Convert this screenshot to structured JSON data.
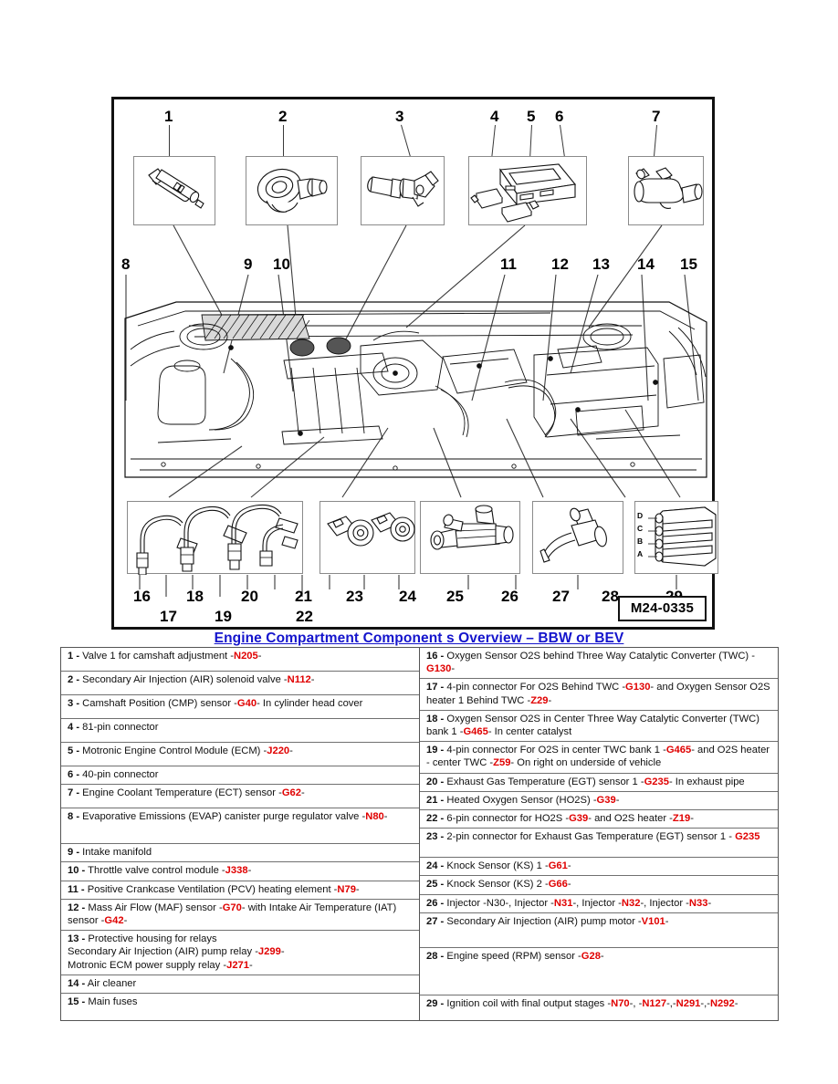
{
  "diagram": {
    "id_label": "M24-0335",
    "top_callouts": [
      "1",
      "2",
      "3",
      "4",
      "5",
      "6",
      "7"
    ],
    "middle_callouts": [
      "8",
      "9",
      "10",
      "11",
      "12",
      "13",
      "14",
      "15"
    ],
    "bottom_callouts_upper": [
      "16",
      "18",
      "20",
      "21",
      "23",
      "24",
      "25",
      "26",
      "27",
      "28",
      "29"
    ],
    "bottom_callouts_lower": [
      "17",
      "19",
      "22"
    ],
    "coil_pin_labels": [
      "D",
      "C",
      "B",
      "A"
    ],
    "part_box_captions": {
      "box1": "camshaft-adjustment-valve",
      "box2": "air-solenoid-valve",
      "box3": "cmp-sensor",
      "box4": "ecm-with-connectors",
      "box5": "coolant-temp-sensor-housing",
      "box6": "oxygen-sensors",
      "box7": "knock-sensors",
      "box8": "injector",
      "box9": "rpm-sensor",
      "box10": "ignition-coil"
    }
  },
  "title": "Engine Compartment Component s Overview – BBW or BEV",
  "table": {
    "left": [
      {
        "idx": "1 -",
        "parts": [
          {
            "t": "  Valve 1 for camshaft adjustment -",
            "c": false
          },
          {
            "t": "N205",
            "c": true
          },
          {
            "t": "-",
            "c": false
          }
        ]
      },
      {
        "idx": "2 -",
        "parts": [
          {
            "t": "  Secondary Air Injection (AIR) solenoid valve -",
            "c": false
          },
          {
            "t": "N112",
            "c": true
          },
          {
            "t": "-",
            "c": false
          }
        ]
      },
      {
        "idx": "3 -",
        "parts": [
          {
            "t": "  Camshaft Position (CMP) sensor -",
            "c": false
          },
          {
            "t": "G40",
            "c": true
          },
          {
            "t": "-  In cylinder head cover",
            "c": false
          }
        ]
      },
      {
        "idx": "4 -",
        "parts": [
          {
            "t": "  81-pin connector",
            "c": false
          }
        ]
      },
      {
        "idx": "5 -",
        "parts": [
          {
            "t": "  Motronic Engine Control Module (ECM) -",
            "c": false
          },
          {
            "t": "J220",
            "c": true
          },
          {
            "t": "-",
            "c": false
          }
        ]
      },
      {
        "idx": "6 -",
        "parts": [
          {
            "t": "  40-pin connector",
            "c": false
          }
        ]
      },
      {
        "idx": "7 -",
        "parts": [
          {
            "t": "  Engine Coolant Temperature (ECT) sensor -",
            "c": false
          },
          {
            "t": "G62",
            "c": true
          },
          {
            "t": "-",
            "c": false
          }
        ]
      },
      {
        "idx": "8 -",
        "parts": [
          {
            "t": "  Evaporative Emissions (EVAP) canister purge regulator valve -",
            "c": false
          },
          {
            "t": "N80",
            "c": true
          },
          {
            "t": "-",
            "c": false
          }
        ]
      },
      {
        "idx": "9 -",
        "parts": [
          {
            "t": "  Intake manifold",
            "c": false
          }
        ]
      },
      {
        "idx": "10 -",
        "parts": [
          {
            "t": "  Throttle valve control module -",
            "c": false
          },
          {
            "t": "J338",
            "c": true
          },
          {
            "t": "-",
            "c": false
          }
        ]
      },
      {
        "idx": "11 -",
        "parts": [
          {
            "t": "  Positive Crankcase Ventilation (PCV) heating element -",
            "c": false
          },
          {
            "t": "N79",
            "c": true
          },
          {
            "t": "-",
            "c": false
          }
        ]
      },
      {
        "idx": "12 -",
        "parts": [
          {
            "t": "  Mass Air Flow (MAF) sensor -",
            "c": false
          },
          {
            "t": "G70",
            "c": true
          },
          {
            "t": "- with Intake Air Temperature (IAT) sensor -",
            "c": false
          },
          {
            "t": "G42",
            "c": true
          },
          {
            "t": "-",
            "c": false
          }
        ]
      },
      {
        "idx": "13 -",
        "parts": [
          {
            "t": "  Protective housing for relays",
            "c": false
          },
          {
            "t": "\nSecondary Air Injection (AIR) pump relay -",
            "c": false
          },
          {
            "t": "J299",
            "c": true
          },
          {
            "t": "-",
            "c": false
          },
          {
            "t": "\nMotronic ECM power supply relay -",
            "c": false
          },
          {
            "t": "J271",
            "c": true
          },
          {
            "t": "-",
            "c": false
          }
        ]
      },
      {
        "idx": "14 -",
        "parts": [
          {
            "t": "  Air cleaner",
            "c": false
          }
        ]
      },
      {
        "idx": "15 -",
        "parts": [
          {
            "t": "  Main fuses",
            "c": false
          }
        ]
      }
    ],
    "right": [
      {
        "idx": "16 -",
        "parts": [
          {
            "t": "  Oxygen Sensor O2S behind Three Way Catalytic Converter (TWC) - ",
            "c": false
          },
          {
            "t": "G130",
            "c": true
          },
          {
            "t": "-",
            "c": false
          }
        ]
      },
      {
        "idx": "17 -",
        "parts": [
          {
            "t": "  4-pin connector For O2S Behind TWC -",
            "c": false
          },
          {
            "t": "G130",
            "c": true
          },
          {
            "t": "- and Oxygen Sensor O2S heater 1 Behind TWC -",
            "c": false
          },
          {
            "t": "Z29",
            "c": true
          },
          {
            "t": "-",
            "c": false
          }
        ]
      },
      {
        "idx": "18 -",
        "parts": [
          {
            "t": "  Oxygen Sensor O2S in Center Three Way Catalytic Converter (TWC) bank 1 -",
            "c": false
          },
          {
            "t": "G465",
            "c": true
          },
          {
            "t": "- In center catalyst",
            "c": false
          }
        ]
      },
      {
        "idx": "19 -",
        "parts": [
          {
            "t": "  4-pin connector  For O2S in center TWC bank 1 -",
            "c": false
          },
          {
            "t": "G465",
            "c": true
          },
          {
            "t": "- and O2S heater - center TWC -",
            "c": false
          },
          {
            "t": "Z59",
            "c": true
          },
          {
            "t": "- On right on underside of vehicle",
            "c": false
          }
        ]
      },
      {
        "idx": "20 -",
        "parts": [
          {
            "t": "  Exhaust Gas Temperature (EGT) sensor 1 -",
            "c": false
          },
          {
            "t": "G235",
            "c": true
          },
          {
            "t": "- In exhaust pipe",
            "c": false
          }
        ]
      },
      {
        "idx": "21 -",
        "parts": [
          {
            "t": "  Heated Oxygen Sensor (HO2S) -",
            "c": false
          },
          {
            "t": "G39",
            "c": true
          },
          {
            "t": "-",
            "c": false
          }
        ]
      },
      {
        "idx": "22 -",
        "parts": [
          {
            "t": "  6-pin connector for HO2S -",
            "c": false
          },
          {
            "t": "G39",
            "c": true
          },
          {
            "t": "- and O2S heater -",
            "c": false
          },
          {
            "t": "Z19",
            "c": true
          },
          {
            "t": "-",
            "c": false
          }
        ]
      },
      {
        "idx": "23 -",
        "parts": [
          {
            "t": "  2-pin connector for Exhaust Gas Temperature (EGT) sensor 1 - ",
            "c": false
          },
          {
            "t": "G235",
            "c": true
          }
        ]
      },
      {
        "idx": "24 -",
        "parts": [
          {
            "t": "  Knock Sensor (KS) 1 -",
            "c": false
          },
          {
            "t": "G61",
            "c": true
          },
          {
            "t": "-",
            "c": false
          }
        ]
      },
      {
        "idx": "25 -",
        "parts": [
          {
            "t": "  Knock Sensor (KS) 2 -",
            "c": false
          },
          {
            "t": "G66",
            "c": true
          },
          {
            "t": "-",
            "c": false
          }
        ]
      },
      {
        "idx": "26 -",
        "parts": [
          {
            "t": "  Injector -N30-, Injector -",
            "c": false
          },
          {
            "t": "N31",
            "c": true
          },
          {
            "t": "-, Injector -",
            "c": false
          },
          {
            "t": "N32",
            "c": true
          },
          {
            "t": "-, Injector -",
            "c": false
          },
          {
            "t": "N33",
            "c": true
          },
          {
            "t": "-",
            "c": false
          }
        ]
      },
      {
        "idx": "27 -",
        "parts": [
          {
            "t": "  Secondary Air Injection (AIR) pump motor -",
            "c": false
          },
          {
            "t": "V101",
            "c": true
          },
          {
            "t": "-",
            "c": false
          }
        ]
      },
      {
        "idx": "28 -",
        "parts": [
          {
            "t": "  Engine speed (RPM) sensor -",
            "c": false
          },
          {
            "t": "G28",
            "c": true
          },
          {
            "t": "-",
            "c": false
          }
        ]
      },
      {
        "idx": "29 -",
        "parts": [
          {
            "t": "  Ignition coil with final output stages -",
            "c": false
          },
          {
            "t": "N70",
            "c": true
          },
          {
            "t": "-, -",
            "c": false
          },
          {
            "t": "N127",
            "c": true
          },
          {
            "t": "-,-",
            "c": false
          },
          {
            "t": "N291",
            "c": true
          },
          {
            "t": "-,-",
            "c": false
          },
          {
            "t": "N292",
            "c": true
          },
          {
            "t": "-",
            "c": false
          }
        ]
      }
    ]
  },
  "colors": {
    "code_red": "#e00000",
    "title_blue": "#1414cc",
    "frame_black": "#111111",
    "box_gray": "#8a8a8a"
  }
}
